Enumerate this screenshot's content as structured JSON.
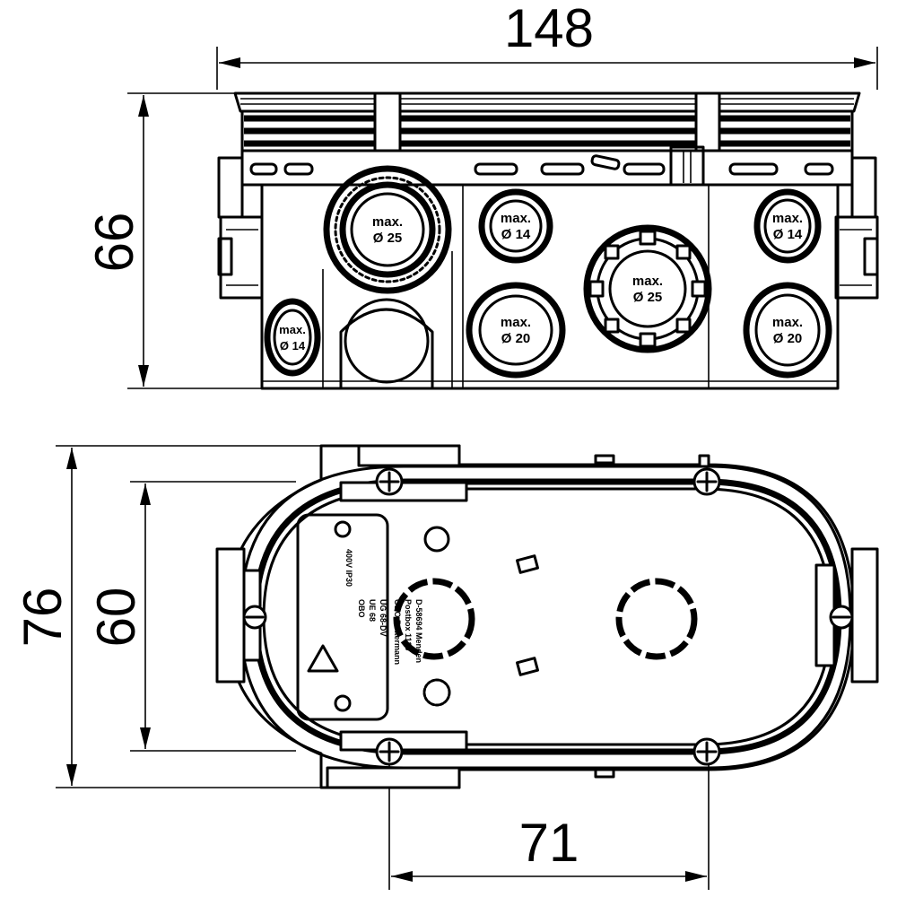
{
  "dimensions": {
    "width_top": "148",
    "height_side": "66",
    "depth_outer": "76",
    "depth_inner": "60",
    "screw_spacing": "71"
  },
  "knockouts": {
    "large_left": {
      "line1": "max.",
      "line2": "Ø 25"
    },
    "small_mid": {
      "line1": "max.",
      "line2": "Ø 14"
    },
    "medium_mid": {
      "line1": "max.",
      "line2": "Ø 20"
    },
    "large_mid": {
      "line1": "max.",
      "line2": "Ø 25"
    },
    "small_right": {
      "line1": "max.",
      "line2": "Ø 14"
    },
    "medium_right": {
      "line1": "max.",
      "line2": "Ø 20"
    },
    "small_side": {
      "line1": "max.",
      "line2": "Ø 14"
    }
  },
  "label_plate": {
    "line1": "400V  IP30",
    "line2": "OBO",
    "line3": "UE 68",
    "line4": "UG 68-DV",
    "line5": "OBO Bettermann",
    "line6": "Postbox 1120",
    "line7": "D-58694 Menden"
  }
}
